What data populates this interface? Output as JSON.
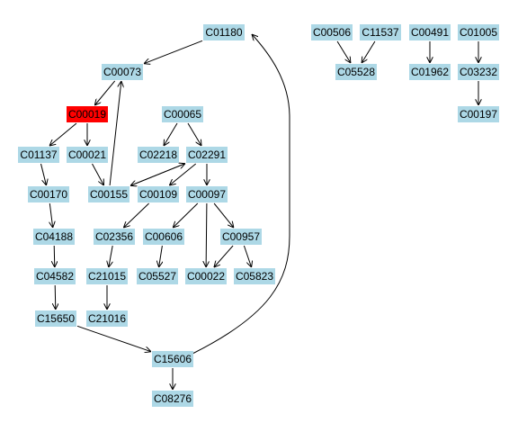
{
  "colors": {
    "node_fill": "#add8e6",
    "highlight_fill": "#ff0000",
    "edge": "#000000",
    "background": "#ffffff"
  },
  "nodes": [
    {
      "id": "C01180",
      "label": "C01180"
    },
    {
      "id": "C00073",
      "label": "C00073"
    },
    {
      "id": "C00019",
      "label": "C00019",
      "highlight": true
    },
    {
      "id": "C00065",
      "label": "C00065"
    },
    {
      "id": "C01137",
      "label": "C01137"
    },
    {
      "id": "C00021",
      "label": "C00021"
    },
    {
      "id": "C02218",
      "label": "C02218"
    },
    {
      "id": "C02291",
      "label": "C02291"
    },
    {
      "id": "C00170",
      "label": "C00170"
    },
    {
      "id": "C00155",
      "label": "C00155"
    },
    {
      "id": "C00109",
      "label": "C00109"
    },
    {
      "id": "C00097",
      "label": "C00097"
    },
    {
      "id": "C04188",
      "label": "C04188"
    },
    {
      "id": "C02356",
      "label": "C02356"
    },
    {
      "id": "C00606",
      "label": "C00606"
    },
    {
      "id": "C00957",
      "label": "C00957"
    },
    {
      "id": "C04582",
      "label": "C04582"
    },
    {
      "id": "C21015",
      "label": "C21015"
    },
    {
      "id": "C05527",
      "label": "C05527"
    },
    {
      "id": "C00022",
      "label": "C00022"
    },
    {
      "id": "C05823",
      "label": "C05823"
    },
    {
      "id": "C15650",
      "label": "C15650"
    },
    {
      "id": "C21016",
      "label": "C21016"
    },
    {
      "id": "C15606",
      "label": "C15606"
    },
    {
      "id": "C08276",
      "label": "C08276"
    },
    {
      "id": "C00506",
      "label": "C00506"
    },
    {
      "id": "C11537",
      "label": "C11537"
    },
    {
      "id": "C05528",
      "label": "C05528"
    },
    {
      "id": "C00491",
      "label": "C00491"
    },
    {
      "id": "C01962",
      "label": "C01962"
    },
    {
      "id": "C01005",
      "label": "C01005"
    },
    {
      "id": "C03232",
      "label": "C03232"
    },
    {
      "id": "C00197",
      "label": "C00197"
    }
  ],
  "edges": [
    {
      "from": "C01180",
      "to": "C00073"
    },
    {
      "from": "C00073",
      "to": "C00019"
    },
    {
      "from": "C00019",
      "to": "C01137"
    },
    {
      "from": "C00019",
      "to": "C00021"
    },
    {
      "from": "C00021",
      "to": "C00155"
    },
    {
      "from": "C00155",
      "to": "C00073"
    },
    {
      "from": "C00065",
      "to": "C02218"
    },
    {
      "from": "C00065",
      "to": "C02291"
    },
    {
      "from": "C02291",
      "to": "C00155"
    },
    {
      "from": "C00155",
      "to": "C02291"
    },
    {
      "from": "C02291",
      "to": "C00109"
    },
    {
      "from": "C02291",
      "to": "C00097"
    },
    {
      "from": "C01137",
      "to": "C00170"
    },
    {
      "from": "C00170",
      "to": "C04188"
    },
    {
      "from": "C04188",
      "to": "C04582"
    },
    {
      "from": "C04582",
      "to": "C15650"
    },
    {
      "from": "C15650",
      "to": "C15606"
    },
    {
      "from": "C15606",
      "to": "C08276"
    },
    {
      "from": "C15606",
      "to": "C01180"
    },
    {
      "from": "C00109",
      "to": "C02356"
    },
    {
      "from": "C02356",
      "to": "C21015"
    },
    {
      "from": "C21015",
      "to": "C21016"
    },
    {
      "from": "C00097",
      "to": "C00606"
    },
    {
      "from": "C00097",
      "to": "C00957"
    },
    {
      "from": "C00097",
      "to": "C00022"
    },
    {
      "from": "C00606",
      "to": "C05527"
    },
    {
      "from": "C00957",
      "to": "C00022"
    },
    {
      "from": "C00957",
      "to": "C05823"
    },
    {
      "from": "C00506",
      "to": "C05528"
    },
    {
      "from": "C11537",
      "to": "C05528"
    },
    {
      "from": "C00491",
      "to": "C01962"
    },
    {
      "from": "C01005",
      "to": "C03232"
    },
    {
      "from": "C03232",
      "to": "C00197"
    }
  ]
}
